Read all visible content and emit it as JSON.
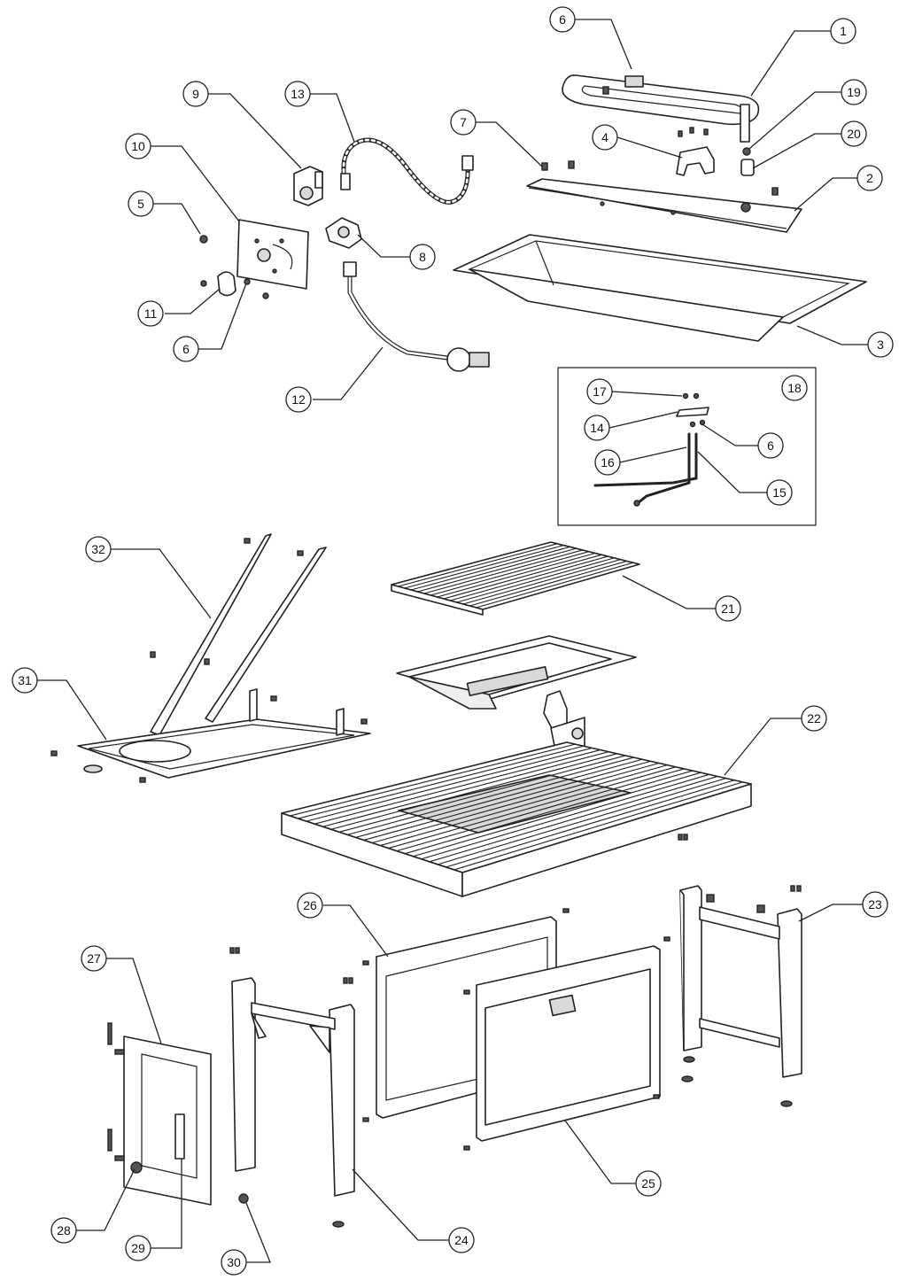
{
  "callouts": [
    {
      "id": "c1",
      "label": "1"
    },
    {
      "id": "c2",
      "label": "2"
    },
    {
      "id": "c3",
      "label": "3"
    },
    {
      "id": "c4",
      "label": "4"
    },
    {
      "id": "c5",
      "label": "5"
    },
    {
      "id": "c6a",
      "label": "6"
    },
    {
      "id": "c6b",
      "label": "6"
    },
    {
      "id": "c6c",
      "label": "6"
    },
    {
      "id": "c7",
      "label": "7"
    },
    {
      "id": "c8",
      "label": "8"
    },
    {
      "id": "c9",
      "label": "9"
    },
    {
      "id": "c10",
      "label": "10"
    },
    {
      "id": "c11",
      "label": "11"
    },
    {
      "id": "c12",
      "label": "12"
    },
    {
      "id": "c13",
      "label": "13"
    },
    {
      "id": "c14",
      "label": "14"
    },
    {
      "id": "c15",
      "label": "15"
    },
    {
      "id": "c16",
      "label": "16"
    },
    {
      "id": "c17",
      "label": "17"
    },
    {
      "id": "c18",
      "label": "18"
    },
    {
      "id": "c19",
      "label": "19"
    },
    {
      "id": "c20",
      "label": "20"
    },
    {
      "id": "c21",
      "label": "21"
    },
    {
      "id": "c22",
      "label": "22"
    },
    {
      "id": "c23",
      "label": "23"
    },
    {
      "id": "c24",
      "label": "24"
    },
    {
      "id": "c25",
      "label": "25"
    },
    {
      "id": "c26",
      "label": "26"
    },
    {
      "id": "c27",
      "label": "27"
    },
    {
      "id": "c28",
      "label": "28"
    },
    {
      "id": "c29",
      "label": "29"
    },
    {
      "id": "c30",
      "label": "30"
    },
    {
      "id": "c31",
      "label": "31"
    },
    {
      "id": "c32",
      "label": "32"
    }
  ]
}
